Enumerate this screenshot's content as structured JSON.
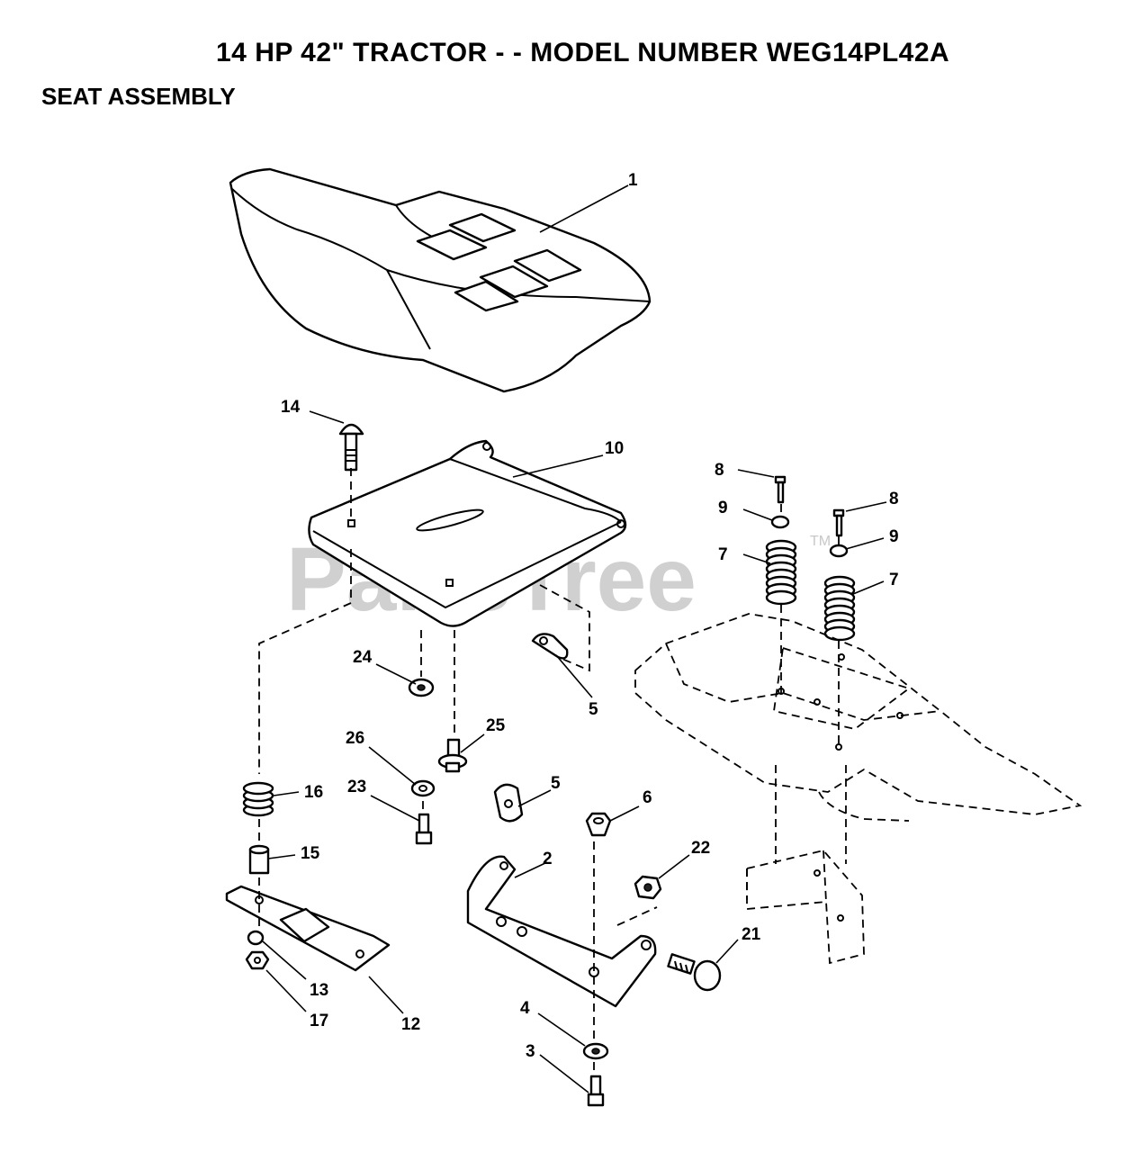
{
  "title": "14 HP 42\" TRACTOR - - MODEL NUMBER WEG14PL42A",
  "subtitle": "SEAT ASSEMBLY",
  "watermark": {
    "text": "PartsTree",
    "tm": "TM",
    "color": "#d0d0d0"
  },
  "callouts": {
    "c1": "1",
    "c2": "2",
    "c3": "3",
    "c4": "4",
    "c5a": "5",
    "c5b": "5",
    "c6": "6",
    "c7a": "7",
    "c7b": "7",
    "c8a": "8",
    "c8b": "8",
    "c9a": "9",
    "c9b": "9",
    "c10": "10",
    "c12": "12",
    "c13": "13",
    "c14": "14",
    "c15": "15",
    "c16": "16",
    "c17": "17",
    "c21": "21",
    "c22": "22",
    "c23": "23",
    "c24": "24",
    "c25": "25",
    "c26": "26"
  }
}
